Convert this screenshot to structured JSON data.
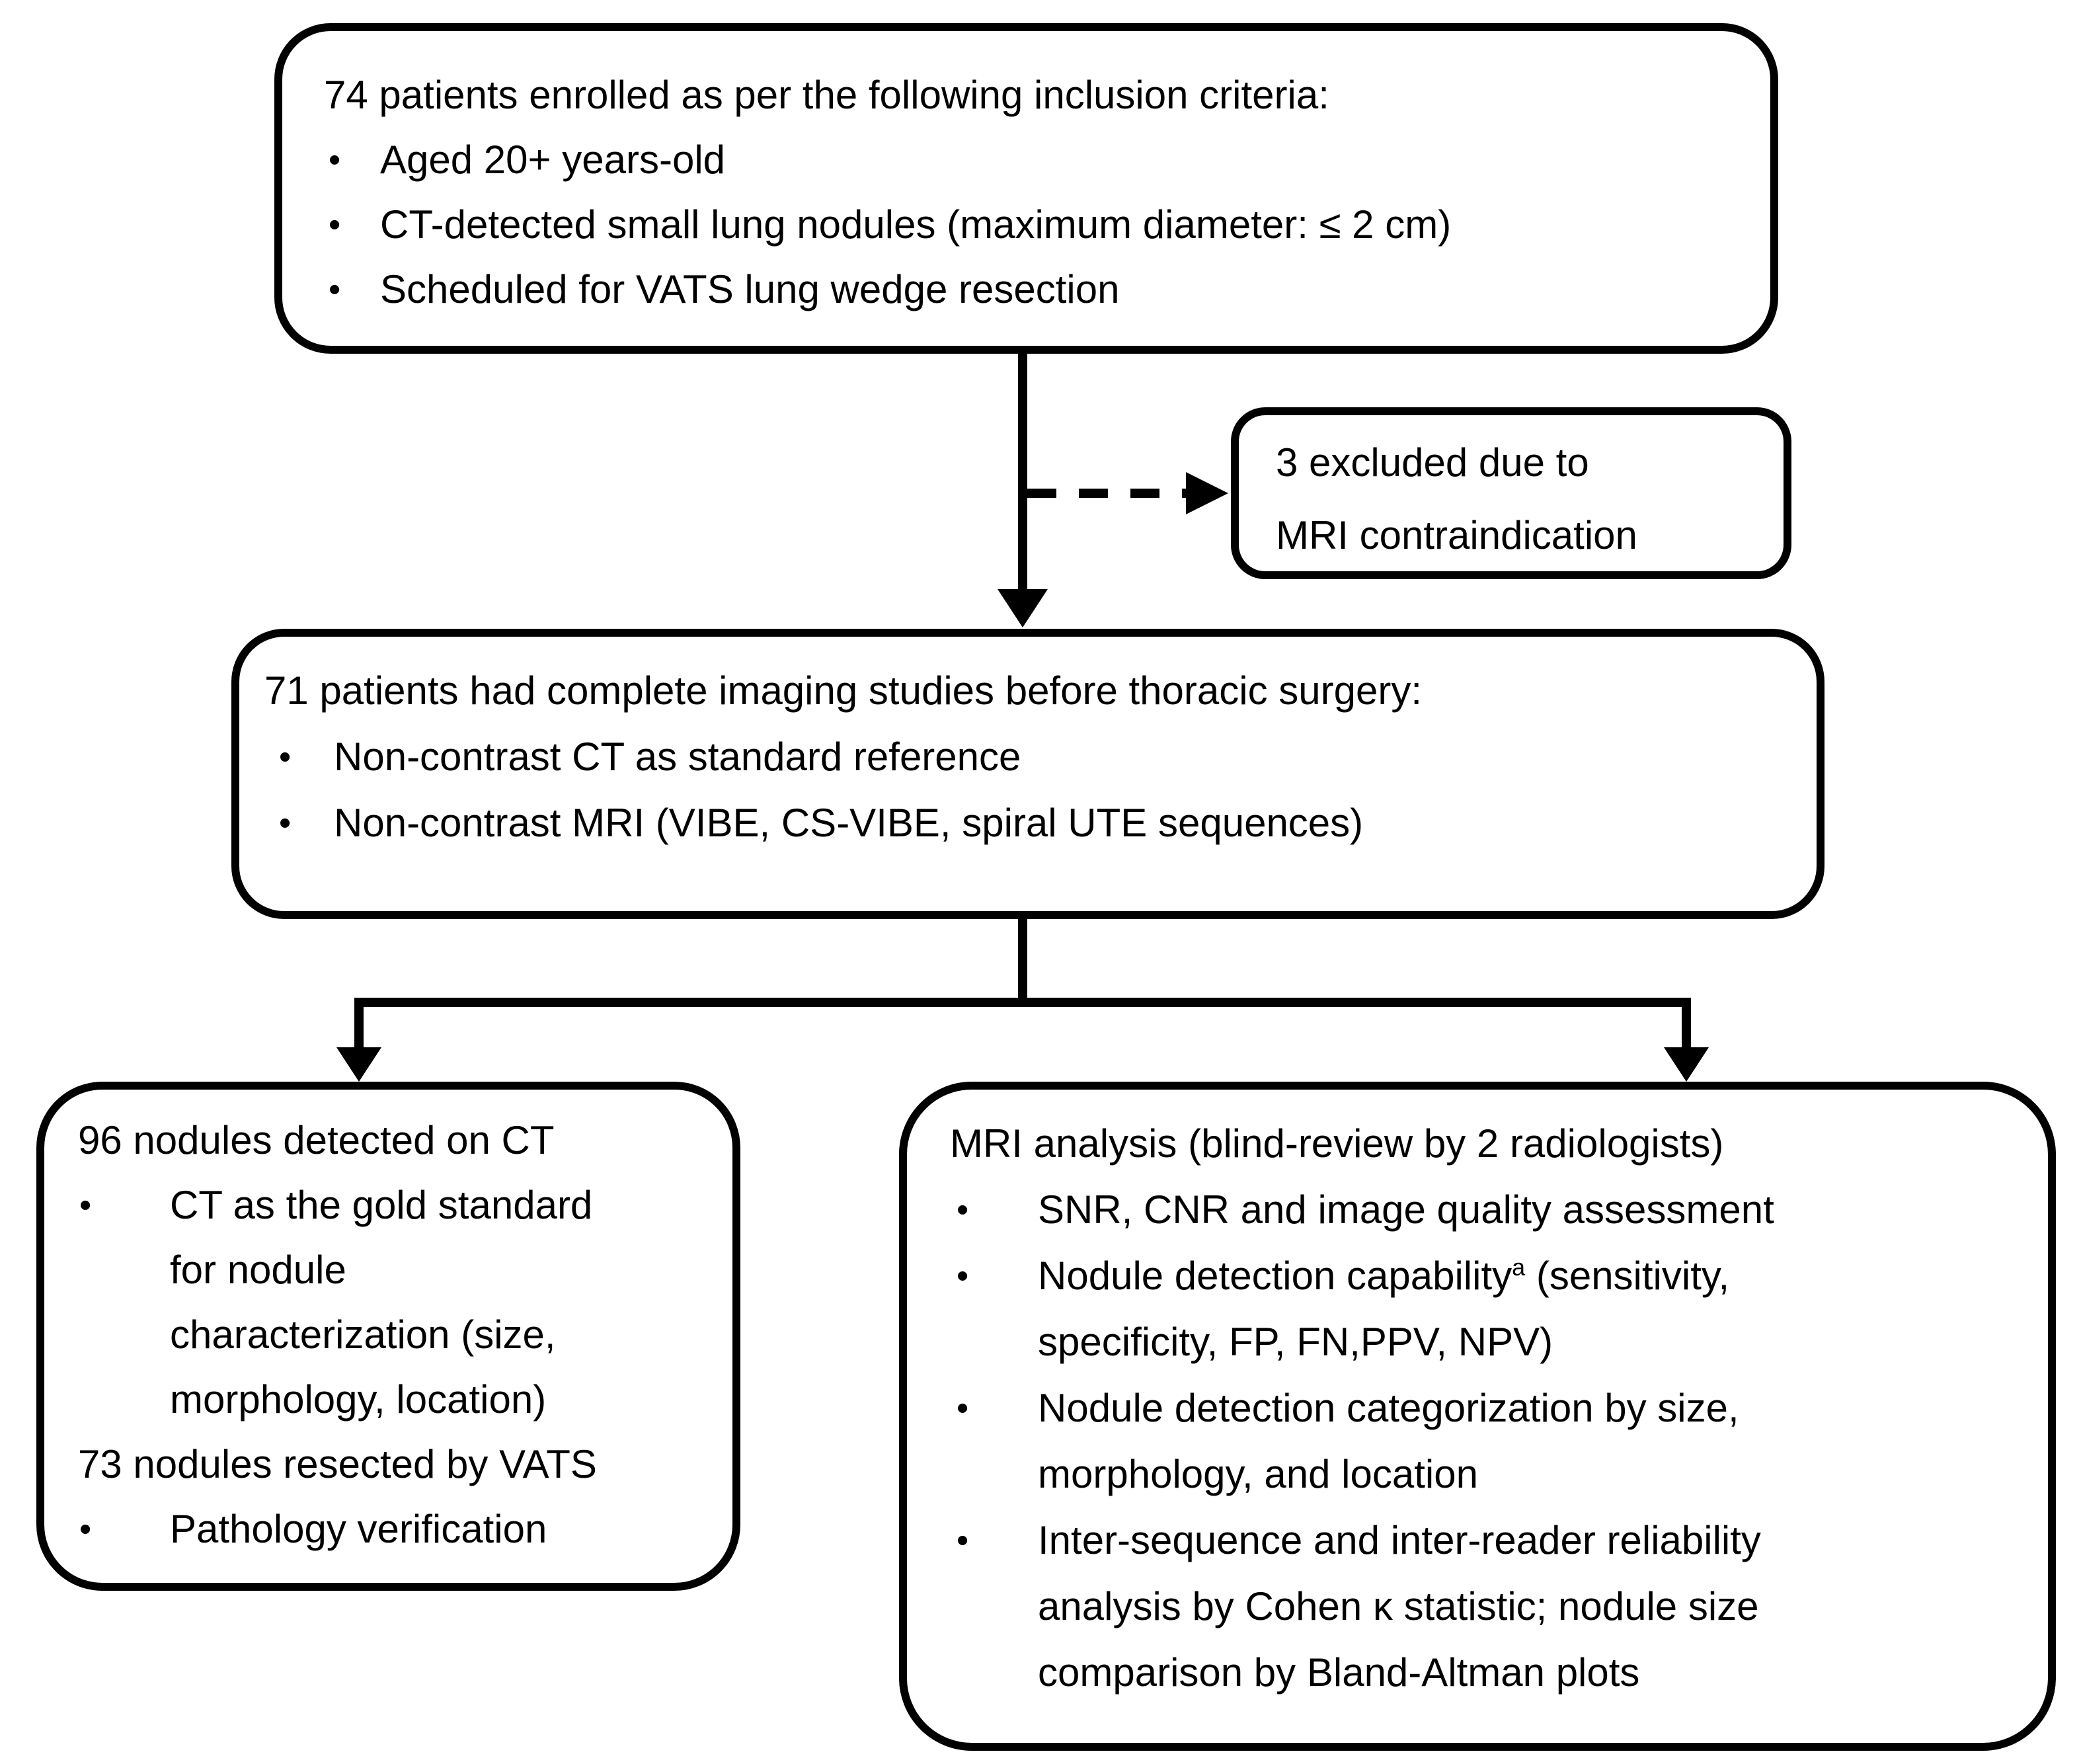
{
  "flowchart": {
    "background": "#ffffff",
    "line_color": "#000000",
    "bullet_glyph": "•",
    "boxes": {
      "enrollment": {
        "title": "74 patients enrolled as per the following inclusion criteria:",
        "bullets": [
          "Aged 20+ years-old",
          "CT-detected small lung nodules (maximum diameter: ≤ 2 cm)",
          "Scheduled for VATS lung wedge resection"
        ]
      },
      "exclusion": {
        "line1": "3 excluded due to",
        "line2": "MRI contraindication"
      },
      "imaging": {
        "title": "71 patients had complete imaging studies before thoracic surgery:",
        "bullets": [
          "Non-contrast CT as standard reference",
          "Non-contrast MRI (VIBE, CS-VIBE, spiral UTE sequences)"
        ]
      },
      "ct_arm": {
        "line1": "96 nodules detected on CT",
        "bullet1_lines": [
          "CT as the gold standard",
          "for nodule",
          "characterization (size,",
          "morphology, location)"
        ],
        "line2": "73 nodules resected by VATS",
        "bullet2": "Pathology verification"
      },
      "mri_arm": {
        "title": "MRI analysis (blind-review by 2 radiologists)",
        "bullet1": "SNR, CNR and image quality assessment",
        "bullet2_pre": "Nodule detection capability",
        "bullet2_sup": "a",
        "bullet2_post": " (sensitivity,",
        "bullet2_line2": "specificity, FP, FN,PPV, NPV)",
        "bullet3_line1": "Nodule detection categorization by size,",
        "bullet3_line2": "morphology, and location",
        "bullet4_line1": "Inter-sequence and inter-reader reliability",
        "bullet4_line2": "analysis by Cohen κ statistic; nodule size",
        "bullet4_line3": "comparison by Bland-Altman plots"
      }
    }
  }
}
